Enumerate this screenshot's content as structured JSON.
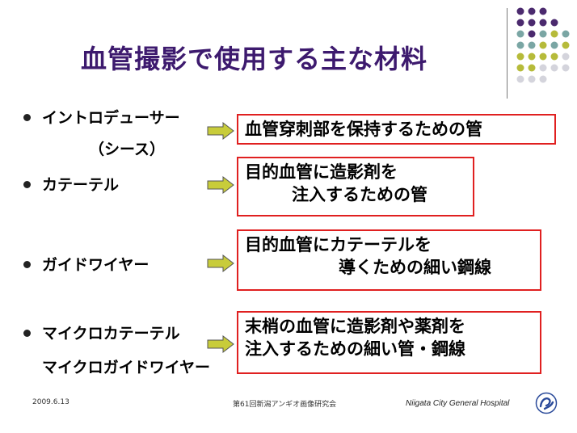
{
  "slide": {
    "title": "血管撮影で使用する主な材料",
    "items": [
      {
        "label_lines": [
          "イントロデューサー",
          "（シース）"
        ],
        "desc_lines": [
          "血管穿刺部を保持するための管"
        ]
      },
      {
        "label_lines": [
          "カテーテル"
        ],
        "desc_lines": [
          "目的血管に造影剤を",
          "注入するための管"
        ]
      },
      {
        "label_lines": [
          "ガイドワイヤー"
        ],
        "desc_lines": [
          "目的血管にカテーテルを",
          "導くための細い鋼線"
        ]
      },
      {
        "label_lines": [
          "マイクロカテーテル",
          "マイクロガイドワイヤー"
        ],
        "desc_lines": [
          "末梢の血管に造影剤や薬剤を",
          "注入するための細い管・鋼線"
        ]
      }
    ]
  },
  "footer": {
    "date": "2009.6.13",
    "event": "第61回新潟アンギオ画像研究会",
    "hospital": "Niigata City General Hospital"
  },
  "colors": {
    "title": "#3d1a6e",
    "box_border": "#e02020",
    "arrow_fill": "#c8cc3a",
    "dot_purple": "#4b2a6e",
    "dot_teal": "#7aa6a4",
    "dot_olive": "#b6bb3a",
    "dot_gray": "#d4d4dc",
    "logo": "#2a4a9a"
  },
  "icons": {
    "arrow": "right-arrow-icon",
    "logo": "hospital-logo-icon",
    "dots": "decorative-dot-grid"
  }
}
